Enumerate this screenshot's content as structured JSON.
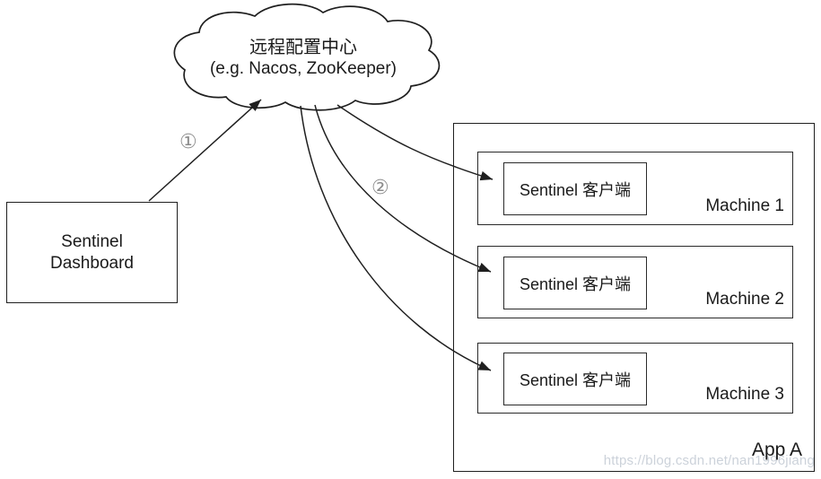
{
  "cloud": {
    "title": "远程配置中心",
    "subtitle": "(e.g. Nacos, ZooKeeper)"
  },
  "dashboard": {
    "line1": "Sentinel",
    "line2": "Dashboard"
  },
  "annotations": {
    "step1": "①",
    "step2": "②"
  },
  "app": {
    "label": "App A",
    "machines": [
      {
        "name": "Machine 1",
        "client": "Sentinel 客户端"
      },
      {
        "name": "Machine 2",
        "client": "Sentinel 客户端"
      },
      {
        "name": "Machine 3",
        "client": "Sentinel 客户端"
      }
    ]
  },
  "watermark": "https://blog.csdn.net/nan1996jiang",
  "colors": {
    "line": "#1f1f1f",
    "step_label": "#8c8c8c",
    "watermark": "#ccd2da",
    "background": "#ffffff"
  }
}
